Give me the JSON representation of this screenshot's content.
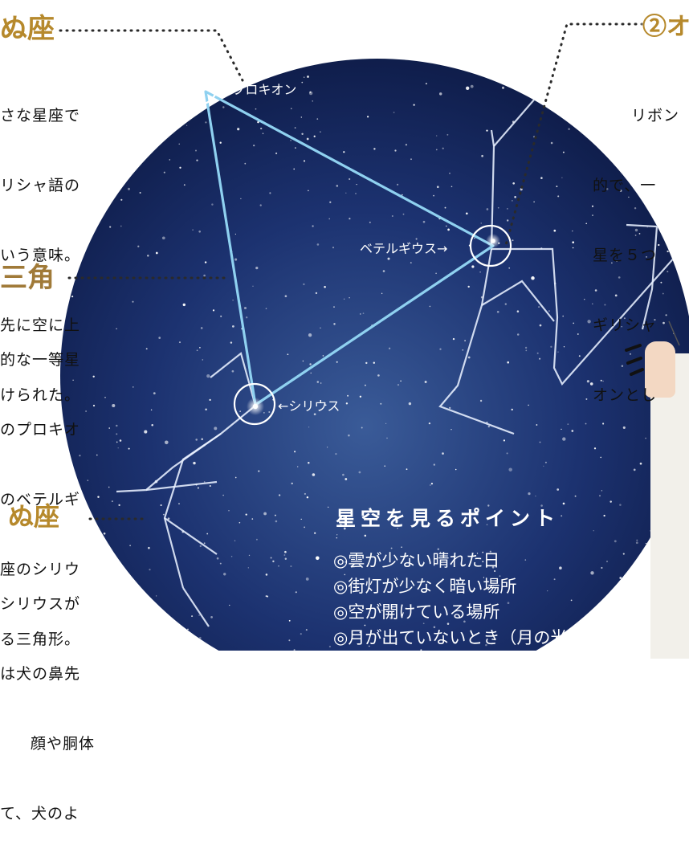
{
  "headings": {
    "canis_minor": "ぬ座",
    "orion": "②オ",
    "triangle": "三角",
    "canis_major": "ぬ座"
  },
  "side_texts": {
    "canis_minor": [
      "さな星座で",
      "リシャ語の",
      "いう意味。",
      "先に空に上",
      "けられた。"
    ],
    "orion": [
      "リボン",
      "的で、一",
      "星を５つ",
      "ギリシャ",
      "オンとし"
    ],
    "triangle": [
      "的な一等星",
      "のプロキオ",
      "のベテルギ",
      "座のシリウ",
      "る三角形。"
    ],
    "canis_major": [
      "シリウスが",
      "は犬の鼻先",
      "顔や胴体",
      "て、犬のよ"
    ]
  },
  "star_labels": {
    "procyon": "←プロキオン",
    "betelgeuse": "ベテルギウス→",
    "sirius": "←シリウス"
  },
  "points": {
    "title": "星空を見るポイント",
    "items": [
      "◎雲が少ない晴れた日",
      "◎街灯が少なく暗い場所",
      "◎空が開けている場所",
      "◎月が出ていないとき（月の光"
    ]
  },
  "colors": {
    "heading_gold": "#b6892c",
    "sky_center": "#3a5b98",
    "sky_edge": "#0d1a45",
    "triangle_line": "#8fd1f0"
  }
}
